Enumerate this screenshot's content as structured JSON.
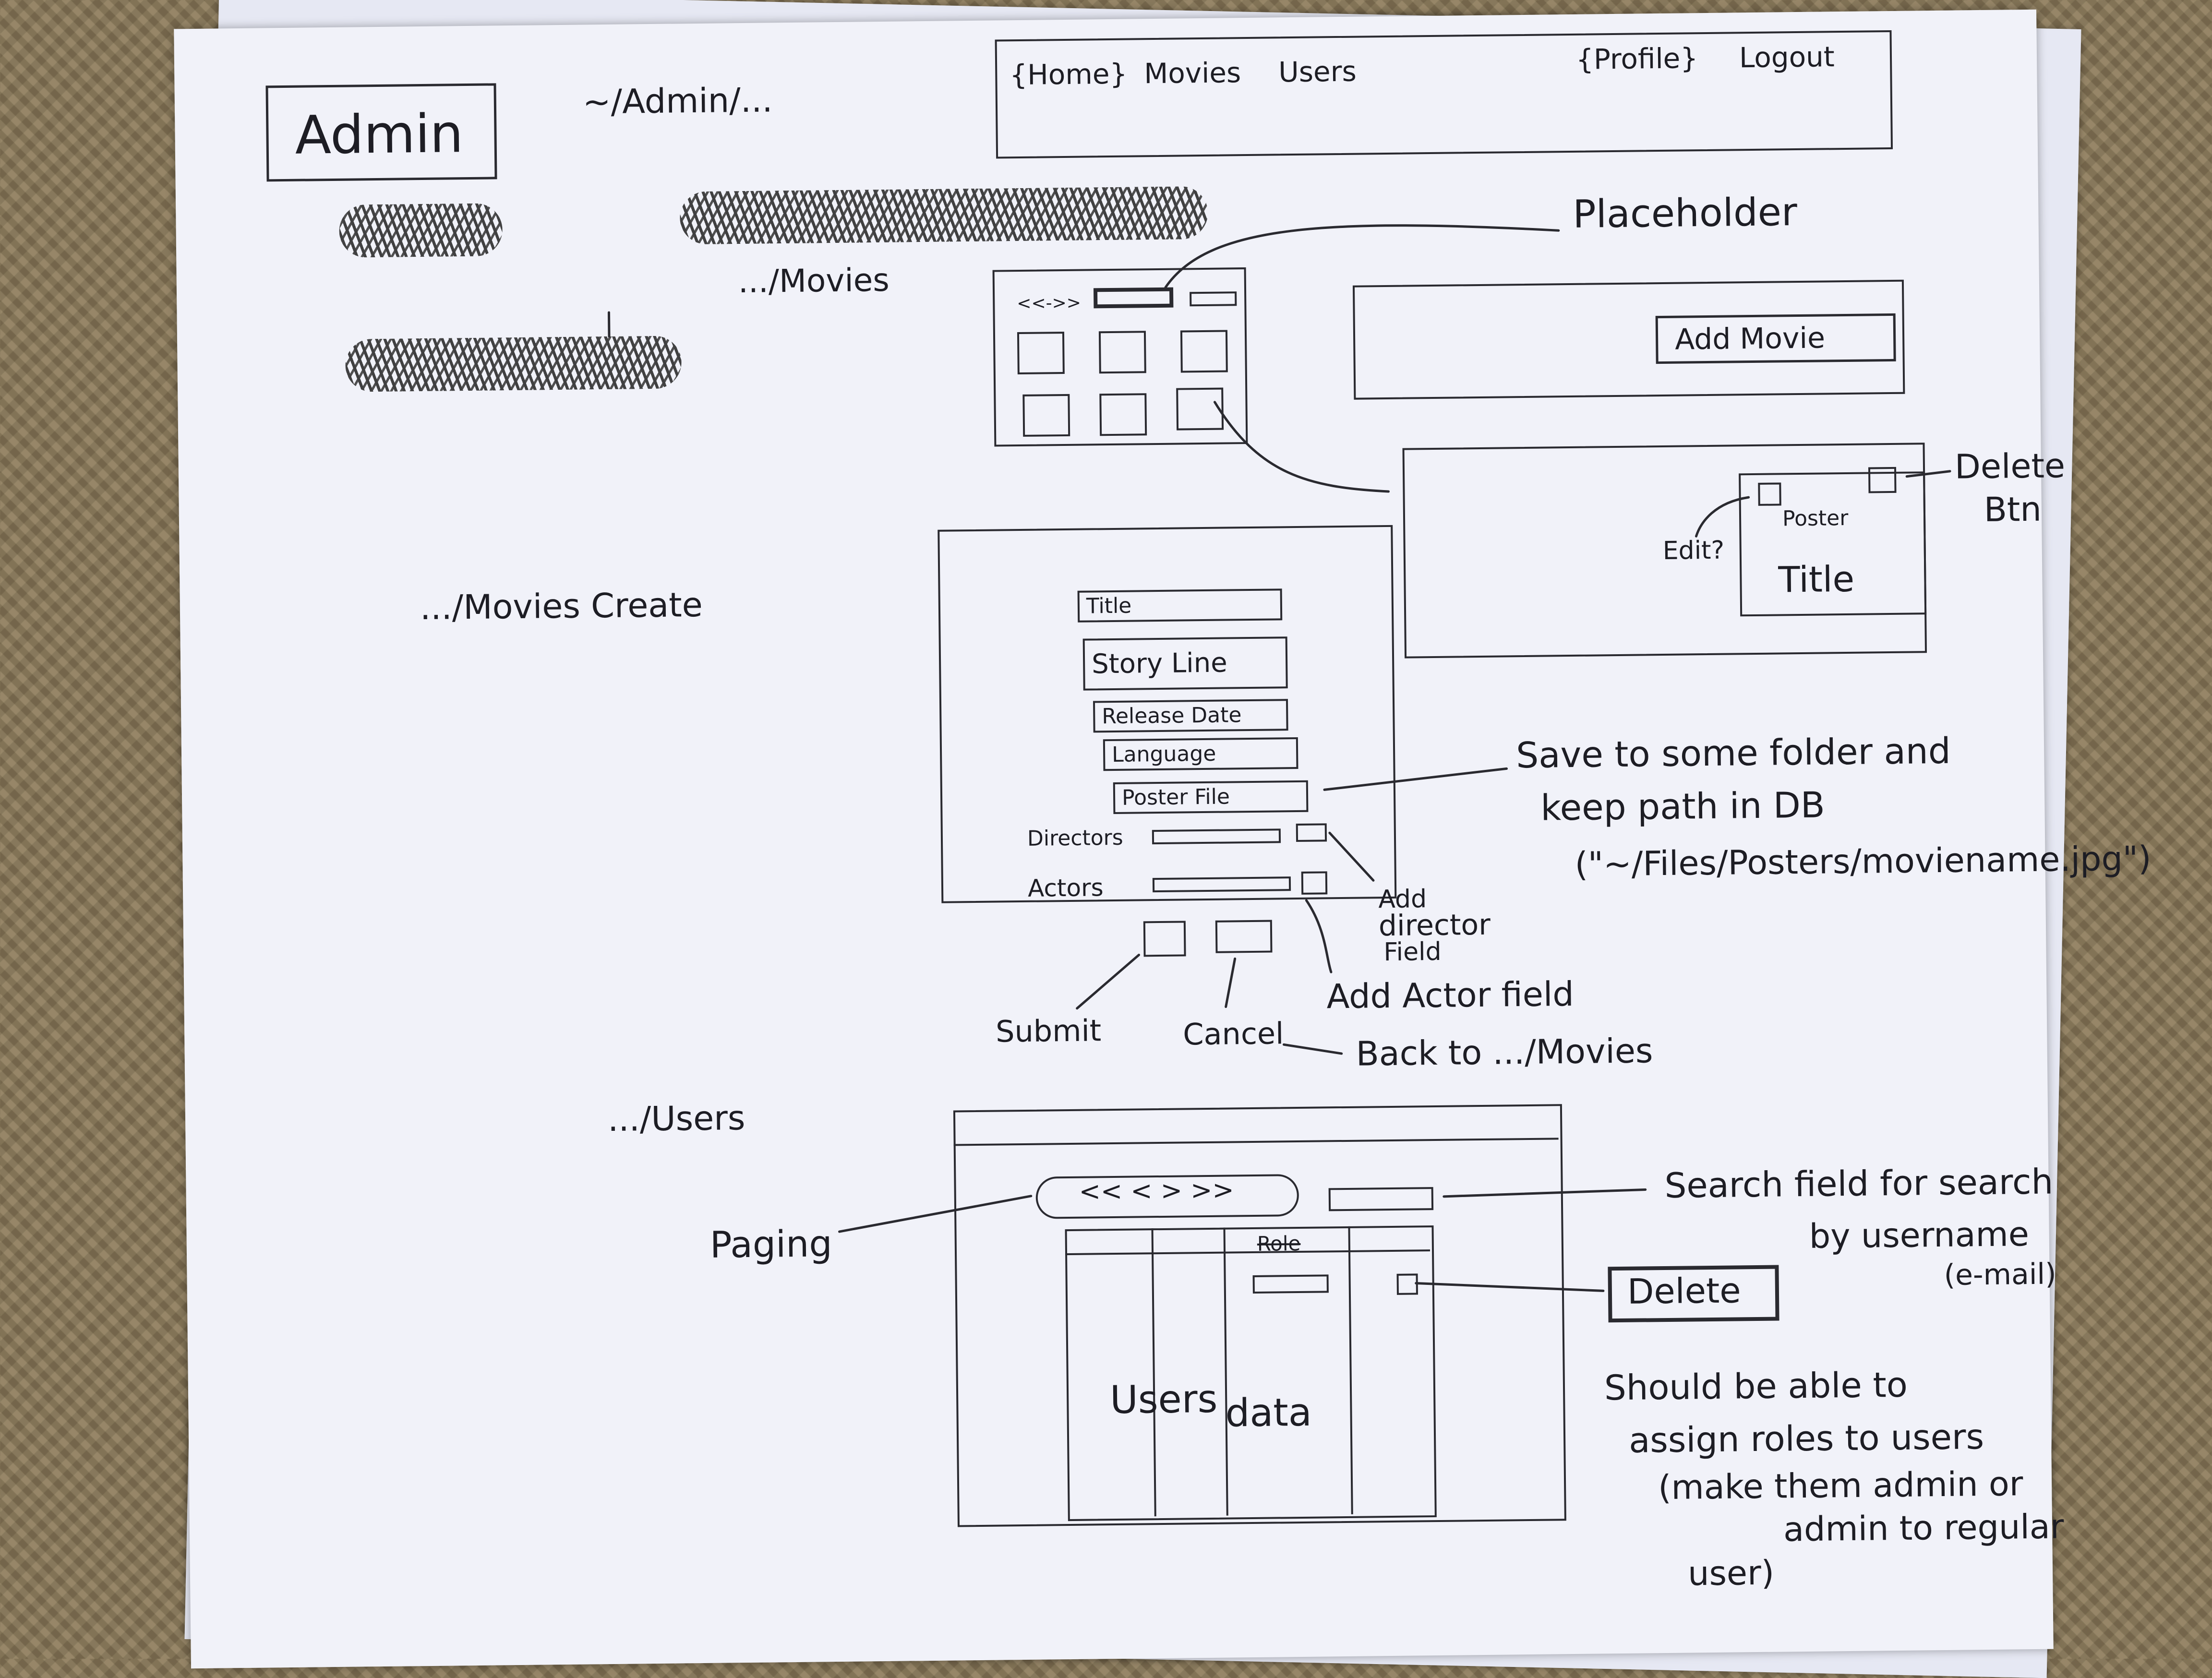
{
  "admin": {
    "title": "Admin",
    "path": "~/Admin/..."
  },
  "header": {
    "nav": [
      "{Home}",
      "Movies",
      "Users"
    ],
    "profile": "{Profile}",
    "logout": "Logout"
  },
  "movies": {
    "path": ".../Movies",
    "pager": "<<->>",
    "placeholder_note": "Placeholder",
    "add_movie": "Add Movie",
    "card": {
      "poster": "Poster",
      "title": "Title",
      "edit_note": "Edit?",
      "delete_note": "Delete",
      "delete_note2": "Btn"
    }
  },
  "create": {
    "path": ".../Movies Create",
    "fields": [
      "Title",
      "Story Line",
      "Release Date",
      "Language",
      "Poster File"
    ],
    "directors_label": "Directors",
    "actors_label": "Actors",
    "add_director_note": [
      "Add",
      "director",
      "Field"
    ],
    "add_actor_note": "Add Actor field",
    "save_note": [
      "Save to some folder and",
      "keep path in DB",
      "(\"~/Files/Posters/moviename.jpg\")"
    ],
    "submit_note": "Submit",
    "cancel_note": "Cancel",
    "back_note": "Back to .../Movies"
  },
  "users": {
    "path": ".../Users",
    "paging_note": "Paging",
    "pager": "<< < > >>",
    "search_note": [
      "Search field for search",
      "by username",
      "(e-mail)"
    ],
    "role_header": "Role",
    "data_text": [
      "Users",
      "data"
    ],
    "delete_button": "Delete",
    "roles_note": [
      "Should be able to",
      "assign roles to users",
      "(make them admin or",
      "admin to regular",
      "user)"
    ]
  }
}
